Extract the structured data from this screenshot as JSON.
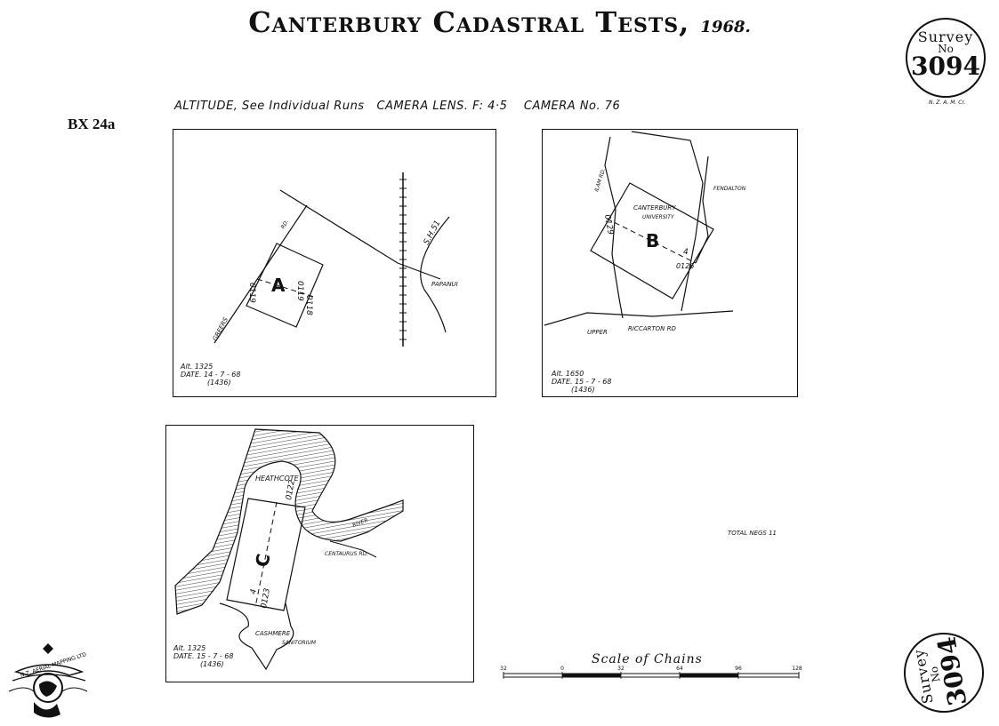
{
  "title": {
    "main": "Canterbury Cadastral Tests,",
    "year": "1968."
  },
  "sheet_id": "BX 24a",
  "info_line": "ALTITUDE, See Individual Runs   CAMERA LENS. F: 4·5    CAMERA No. 76",
  "stamp_top": {
    "line1": "Survey",
    "line2": "No",
    "number": "3094"
  },
  "stamp_bottom": {
    "line1": "Survey",
    "line2": "No",
    "number": "3094"
  },
  "nzam_caption": "N. Z. A. M. Cr.",
  "logo_text": "N.Z. AERIAL MAPPING LTD",
  "total_negs": "TOTAL NEGS 11",
  "panels": {
    "a": {
      "run": "A",
      "photo_left": "0119",
      "photo_right_top": "0119",
      "photo_right_bottom": "0118",
      "road_greers": "GREERS",
      "road_rd": "RD.",
      "highway": "S.H.51",
      "place": "PAPANUI",
      "alt": "Alt. 1325",
      "date": "DATE. 14 - 7 - 68",
      "code": "(1436)"
    },
    "b": {
      "run": "B",
      "photo_left": "0129",
      "photo_right_top": "4",
      "photo_right_bottom": "0126",
      "ilam_rd": "ILAM RD.",
      "place_fendalton": "FENDALTON",
      "place_canterbury": "CANTERBURY",
      "place_university": "UNIVERSITY",
      "road_upper": "UPPER",
      "road_riccarton": "RICCARTON RD",
      "alt": "Alt. 1650",
      "date": "DATE. 15 - 7 - 68",
      "code": "(1436)"
    },
    "c": {
      "run": "C",
      "photo_top": "0122",
      "photo_left_top": "4",
      "photo_left_bottom": "0123",
      "place_heathcote": "HEATHCOTE",
      "river": "RIVER",
      "road_centaurus": "CENTAURUS RD.",
      "place_cashmere": "CASHMERE",
      "place_sanitorium": "SANITORIUM",
      "alt": "Alt. 1325",
      "date": "DATE. 15 - 7 - 68",
      "code": "(1436)"
    }
  },
  "scale": {
    "title": "Scale  of  Chains",
    "ticks": [
      "32",
      "0",
      "32",
      "64",
      "96",
      "128"
    ]
  }
}
